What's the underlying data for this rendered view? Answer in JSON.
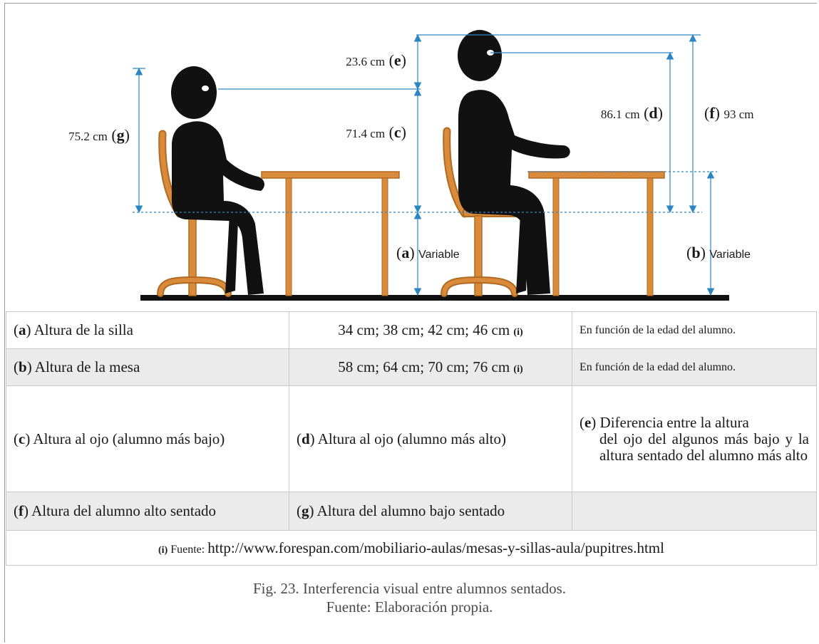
{
  "diagram": {
    "labels": {
      "e": {
        "value": "23.6 cm",
        "letter": "e"
      },
      "c": {
        "value": "71.4 cm",
        "letter": "c"
      },
      "g": {
        "value": "75.2 cm",
        "letter": "g"
      },
      "d": {
        "value": "86.1 cm",
        "letter": "d"
      },
      "f": {
        "value": "93 cm",
        "letter": "f"
      },
      "a": {
        "value": "Variable",
        "letter": "a"
      },
      "b": {
        "value": "Variable",
        "letter": "b"
      }
    },
    "colors": {
      "wood": "#d98a3a",
      "wood_dark": "#b06a22",
      "figure": "#111111",
      "dimension": "#2d86c4",
      "floor": "#111111"
    }
  },
  "table": {
    "rows": [
      {
        "c1_letter": "a",
        "c1_text": " Altura de la silla",
        "c2_text": "34 cm; 38 cm; 42 cm; 46 cm ",
        "c2_ref": "(i)",
        "c3_text": "En función de la edad del alumno."
      },
      {
        "c1_letter": "b",
        "c1_text": " Altura de la mesa",
        "c2_text": "58 cm; 64 cm; 70 cm; 76 cm ",
        "c2_ref": "(i)",
        "c3_text": "En función de la edad del alumno."
      },
      {
        "c1_letter": "c",
        "c1_text": " Altura al ojo (alumno más bajo)",
        "c2_letter": "d",
        "c2_text": " Altura al ojo (alumno más alto)",
        "c3_letter": "e",
        "c3_first": " Diferencia entre la altura",
        "c3_rest": "del ojo del algunos más bajo y la altura sentado del alumno más alto"
      },
      {
        "c1_letter": "f",
        "c1_text": " Altura del alumno alto sentado",
        "c2_letter": "g",
        "c2_text": " Altura del alumno bajo sentado",
        "c3_text": ""
      }
    ],
    "source_ref": "(i)",
    "source_label": " Fuente: ",
    "source_url": "http://www.forespan.com/mobiliario-aulas/mesas-y-sillas-aula/pupitres.html"
  },
  "caption": {
    "line1": "Fig. 23. Interferencia visual entre alumnos sentados.",
    "line2": "Fuente: Elaboración propia."
  }
}
